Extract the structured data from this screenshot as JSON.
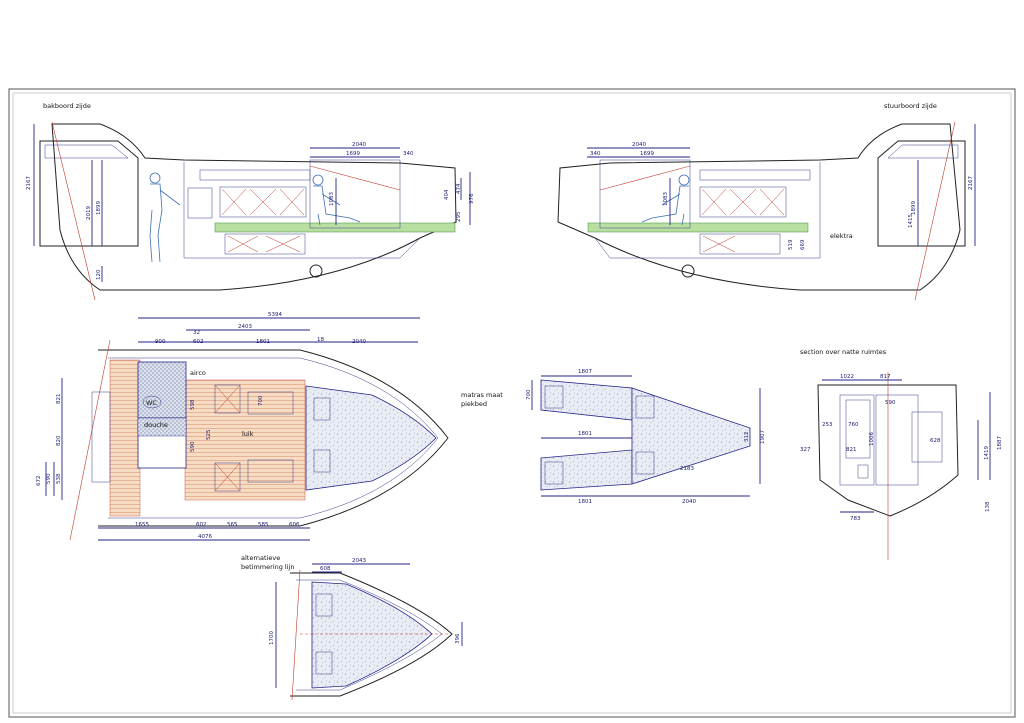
{
  "title_port": "bakboord zijde",
  "title_starboard": "stuurboord zijde",
  "labels": {
    "elektra": "elektra",
    "airco": "airco",
    "wc": "WC",
    "douche": "douche",
    "luik": "luik",
    "matras_1": "matras maat",
    "matras_2": "piekbed",
    "section": "section over natte ruimtes",
    "alt_1": "alternatieve",
    "alt_2": "betimmering lijn"
  },
  "dims": {
    "port_top_2040": "2040",
    "port_top_1699": "1699",
    "port_top_340": "340",
    "port_2167": "2167",
    "port_2019": "2019",
    "port_1899": "1899",
    "port_120": "120",
    "port_1083": "1083",
    "port_474": "474",
    "port_976": "976",
    "port_295": "295",
    "port_404": "404",
    "stb_top_2040": "2040",
    "stb_top_340": "340",
    "stb_top_1699": "1699",
    "stb_2167": "2167",
    "stb_1899": "1899",
    "stb_1083": "1083",
    "stb_1415": "1415",
    "stb_519": "519",
    "stb_669": "669",
    "plan_5394": "5394",
    "plan_32": "32",
    "plan_2403": "2403",
    "plan_900": "900",
    "plan_602": "602",
    "plan_1801": "1801",
    "plan_18": "18",
    "plan_2040": "2040",
    "plan_821": "821",
    "plan_820": "820",
    "plan_672": "672",
    "plan_590": "590",
    "plan_538": "538",
    "plan_598": "598",
    "plan_590b": "590",
    "plan_525": "525",
    "plan_700": "700",
    "plan_1655": "1655",
    "plan_602b": "602",
    "plan_565": "565",
    "plan_585": "585",
    "plan_606": "606",
    "plan_4076": "4076",
    "mat_1807": "1807",
    "mat_700": "700",
    "mat_1801a": "1801",
    "mat_1801b": "1801",
    "mat_2040": "2040",
    "mat_2183": "2183",
    "mat_312": "312",
    "mat_1907": "1907",
    "sec_1022": "1022",
    "sec_817": "817",
    "sec_590": "590",
    "sec_253": "253",
    "sec_760": "760",
    "sec_1006": "1006",
    "sec_628": "628",
    "sec_327": "327",
    "sec_821": "821",
    "sec_1419": "1419",
    "sec_1887": "1887",
    "sec_783": "783",
    "sec_138": "138",
    "alt_2043": "2043",
    "alt_608": "608",
    "alt_1700": "1700",
    "alt_396": "396"
  }
}
